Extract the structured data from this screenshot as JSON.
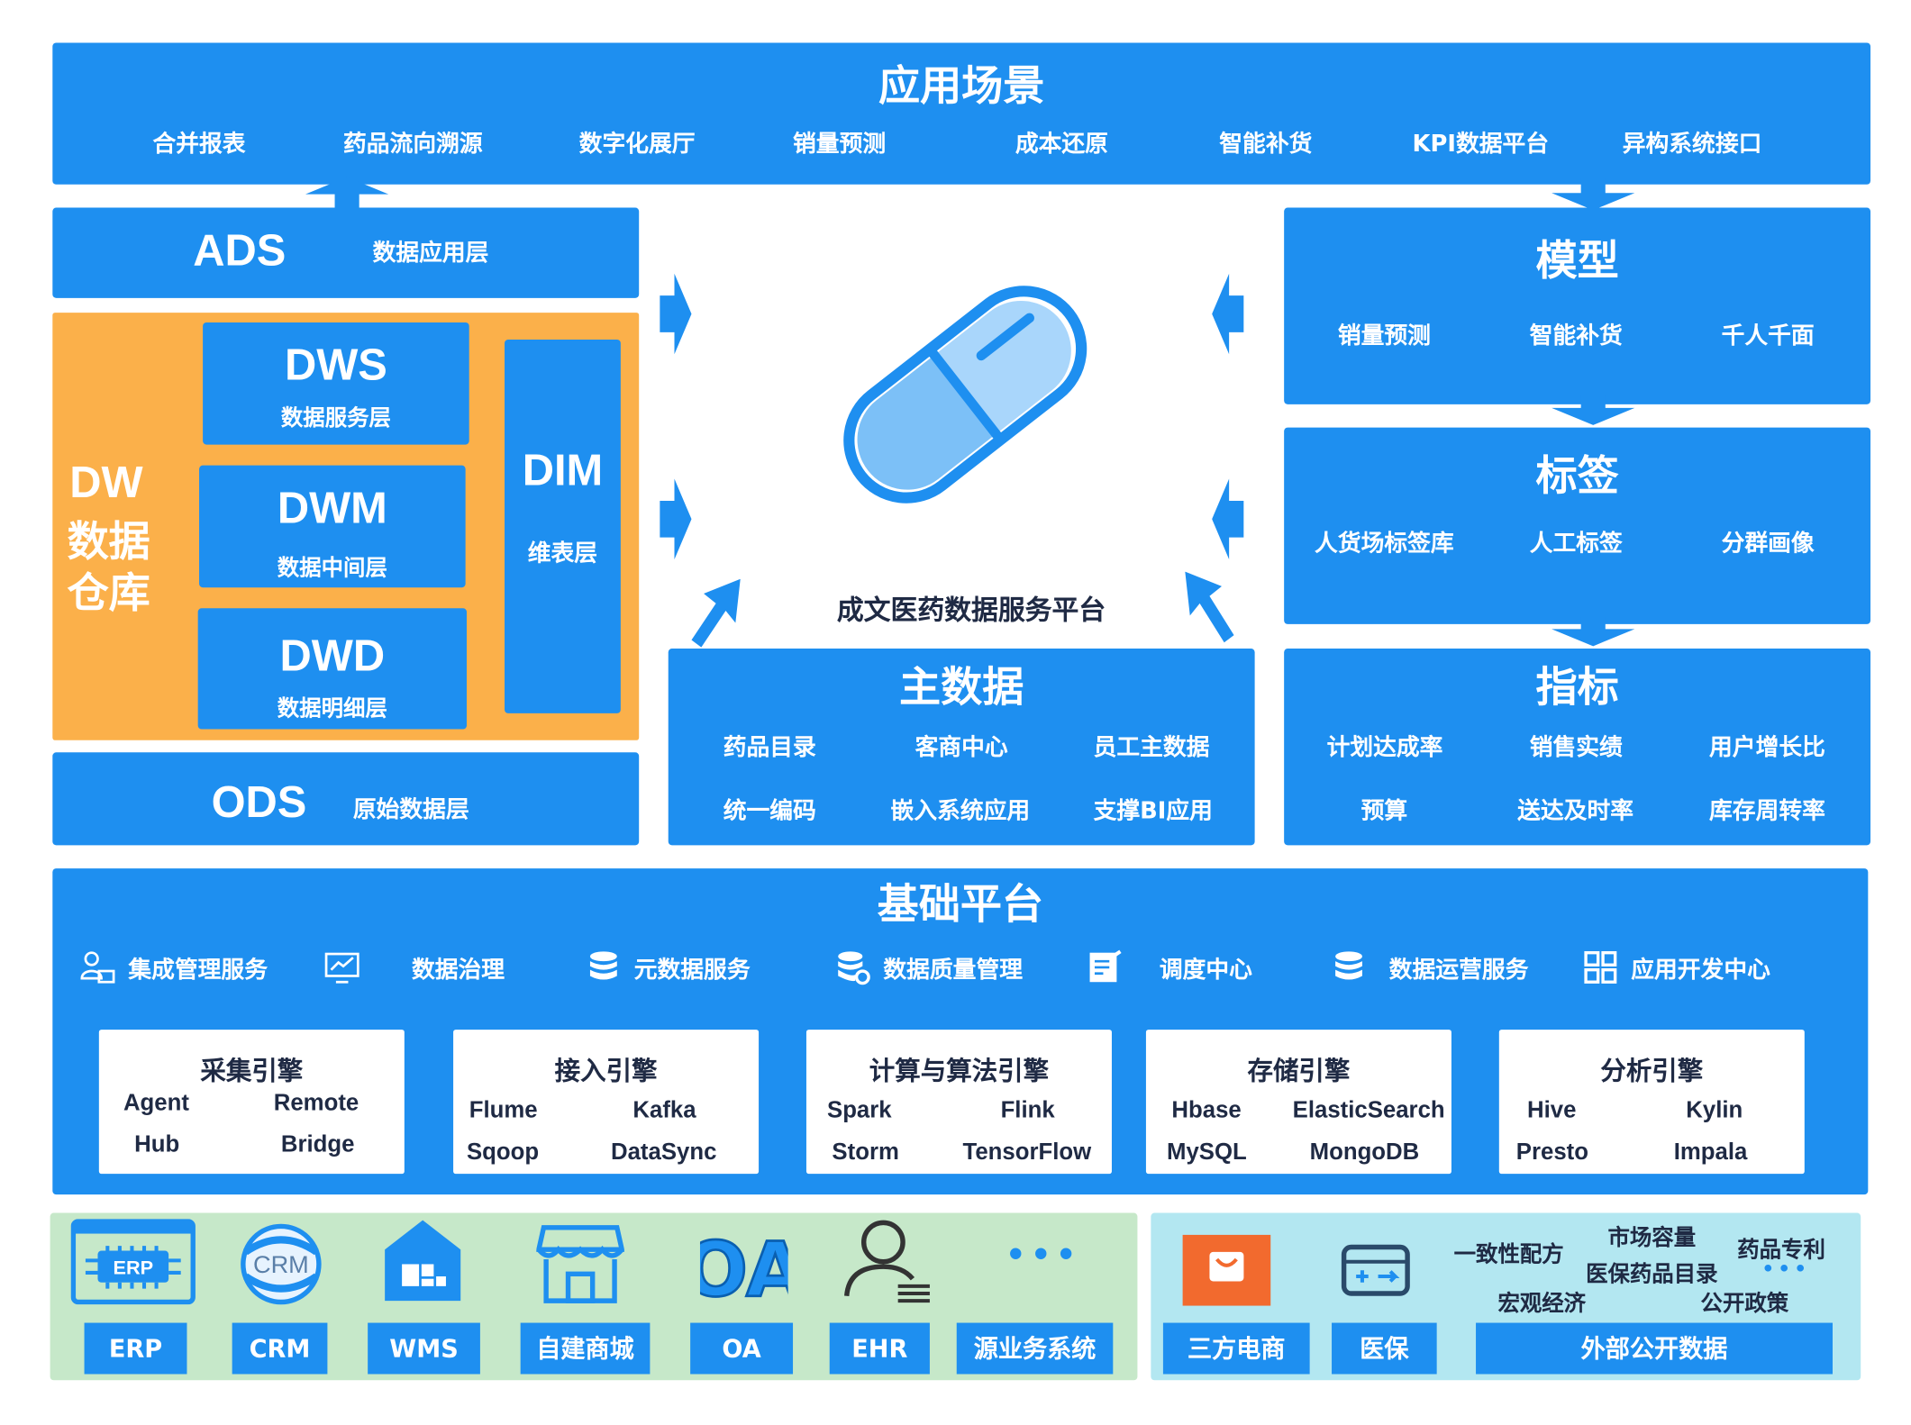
{
  "app_scene": {
    "title": "应用场景",
    "items": [
      "合并报表",
      "药品流向溯源",
      "数字化展厅",
      "销量预测",
      "成本还原",
      "智能补货",
      "KPI数据平台",
      "异构系统接口"
    ]
  },
  "layers": {
    "ads": {
      "code": "ADS",
      "name": "数据应用层"
    },
    "dw": {
      "line1": "DW",
      "line2": "数据",
      "line3": "仓库"
    },
    "dws": {
      "code": "DWS",
      "name": "数据服务层"
    },
    "dwm": {
      "code": "DWM",
      "name": "数据中间层"
    },
    "dwd": {
      "code": "DWD",
      "name": "数据明细层"
    },
    "dim": {
      "code": "DIM",
      "name": "维表层"
    },
    "ods": {
      "code": "ODS",
      "name": "原始数据层"
    }
  },
  "center": {
    "platform_name": "成文医药数据服务平台"
  },
  "model": {
    "title": "模型",
    "items": [
      "销量预测",
      "智能补货",
      "千人千面"
    ]
  },
  "tags": {
    "title": "标签",
    "items": [
      "人货场标签库",
      "人工标签",
      "分群画像"
    ]
  },
  "metrics": {
    "title": "指标",
    "items": [
      "计划达成率",
      "销售实绩",
      "用户增长比",
      "预算",
      "送达及时率",
      "库存周转率"
    ]
  },
  "master_data": {
    "title": "主数据",
    "items": [
      "药品目录",
      "客商中心",
      "员工主数据",
      "统一编码",
      "嵌入系统应用",
      "支撑BI应用"
    ]
  },
  "base_platform": {
    "title": "基础平台",
    "services": [
      {
        "label": "集成管理服务",
        "icon": "user-monitor-icon"
      },
      {
        "label": "数据治理",
        "icon": "chart-monitor-icon"
      },
      {
        "label": "元数据服务",
        "icon": "database-icon"
      },
      {
        "label": "数据质量管理",
        "icon": "database-gear-icon"
      },
      {
        "label": "调度中心",
        "icon": "schedule-note-icon"
      },
      {
        "label": "数据运营服务",
        "icon": "database-stack-icon"
      },
      {
        "label": "应用开发中心",
        "icon": "grid-apps-icon"
      }
    ],
    "engines": [
      {
        "title": "采集引擎",
        "items": [
          "Agent",
          "Remote",
          "Hub",
          "Bridge"
        ]
      },
      {
        "title": "接入引擎",
        "items": [
          "Flume",
          "Kafka",
          "Sqoop",
          "DataSync"
        ]
      },
      {
        "title": "计算与算法引擎",
        "items": [
          "Spark",
          "Flink",
          "Storm",
          "TensorFlow"
        ]
      },
      {
        "title": "存储引擎",
        "items": [
          "Hbase",
          "ElasticSearch",
          "MySQL",
          "MongoDB"
        ]
      },
      {
        "title": "分析引擎",
        "items": [
          "Hive",
          "Kylin",
          "Presto",
          "Impala"
        ]
      }
    ]
  },
  "sources": {
    "internal": [
      {
        "label": "ERP",
        "icon": "erp-chip-icon",
        "icon_text": "ERP"
      },
      {
        "label": "CRM",
        "icon": "crm-badge-icon",
        "icon_text": "CRM"
      },
      {
        "label": "WMS",
        "icon": "wms-house-icon"
      },
      {
        "label": "自建商城",
        "icon": "storefront-icon"
      },
      {
        "label": "OA",
        "icon": "oa-logo-icon",
        "icon_text": "OA"
      },
      {
        "label": "EHR",
        "icon": "person-list-icon"
      },
      {
        "label": "源业务系统",
        "icon": "ellipsis-icon",
        "icon_text": "•••"
      }
    ],
    "external": {
      "ecommerce": "三方电商",
      "insurance": "医保",
      "public_data": "外部公开数据",
      "public_items": [
        "一致性配方",
        "市场容量",
        "药品专利",
        "医保药品目录",
        "宏观经济",
        "公开政策"
      ],
      "ellipsis": "•••"
    }
  },
  "colors": {
    "primary": "#1e8ff0",
    "orange": "#fbb04a",
    "green_panel": "#c6e8c9",
    "cyan_panel": "#b3e7f1",
    "text_dark": "#1f2a44",
    "ecommerce": "#f26a2e"
  }
}
